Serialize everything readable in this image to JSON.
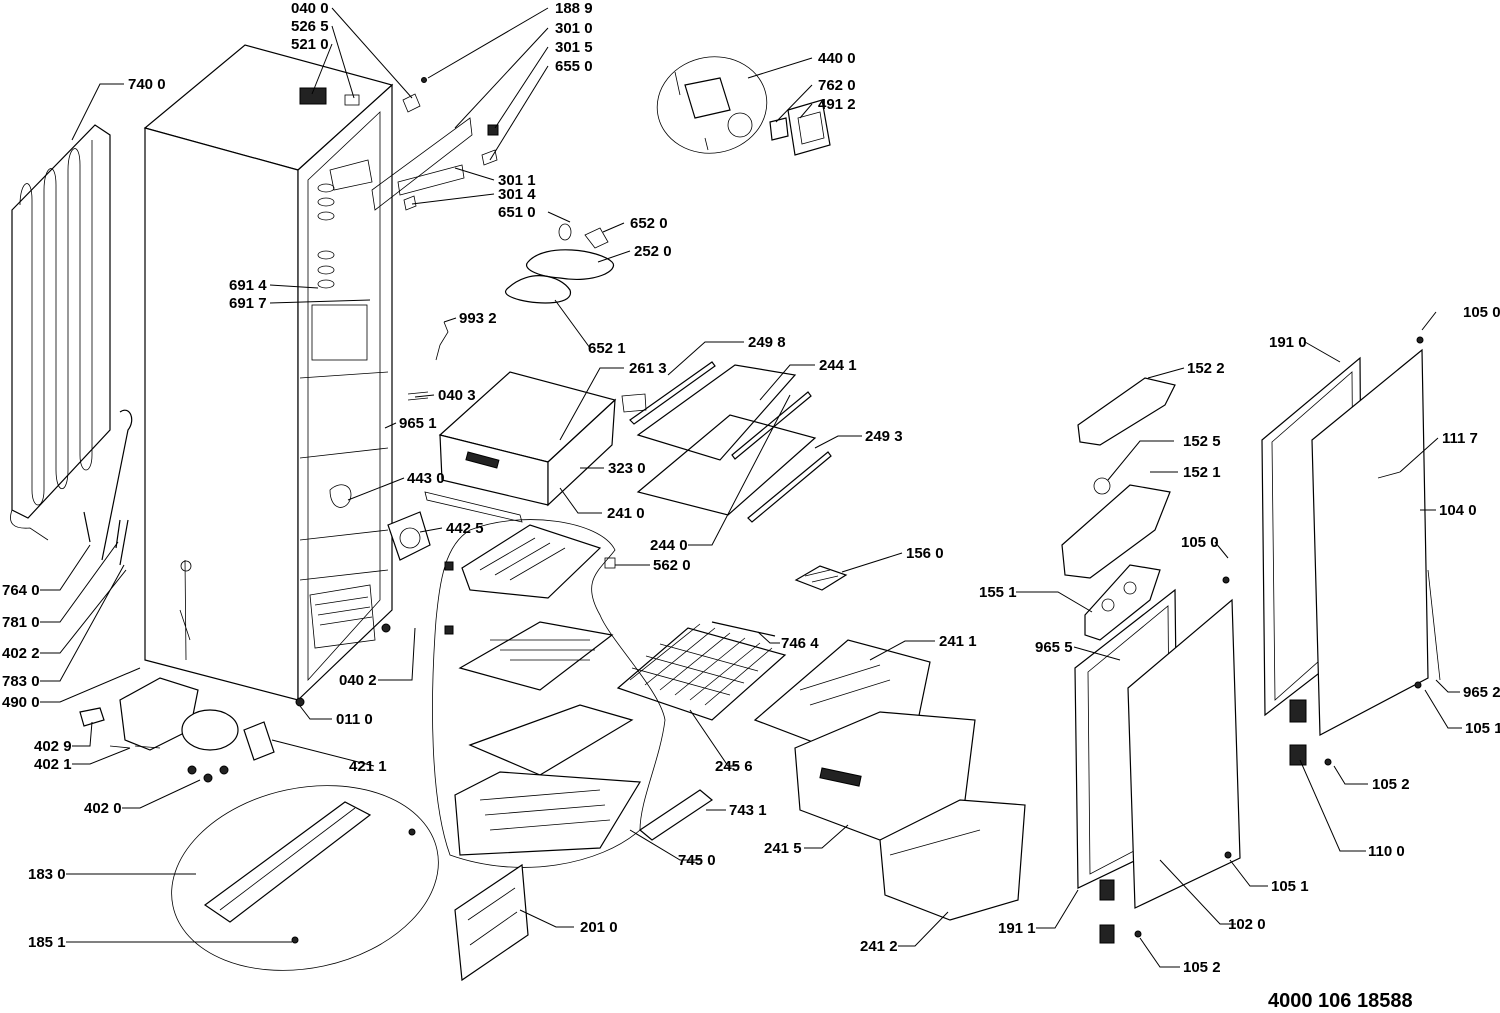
{
  "diagram": {
    "reference_code": "4000 106 18588",
    "part_labels": [
      {
        "id": "040-0",
        "text": "040 0"
      },
      {
        "id": "526-5",
        "text": "526 5"
      },
      {
        "id": "521-0",
        "text": "521 0"
      },
      {
        "id": "188-9",
        "text": "188 9"
      },
      {
        "id": "301-0",
        "text": "301 0"
      },
      {
        "id": "301-5",
        "text": "301 5"
      },
      {
        "id": "655-0",
        "text": "655 0"
      },
      {
        "id": "440-0",
        "text": "440 0"
      },
      {
        "id": "762-0",
        "text": "762 0"
      },
      {
        "id": "491-2",
        "text": "491 2"
      },
      {
        "id": "740-0",
        "text": "740 0"
      },
      {
        "id": "301-1",
        "text": "301 1"
      },
      {
        "id": "301-4",
        "text": "301 4"
      },
      {
        "id": "651-0",
        "text": "651 0"
      },
      {
        "id": "652-0",
        "text": "652 0"
      },
      {
        "id": "252-0",
        "text": "252 0"
      },
      {
        "id": "691-4",
        "text": "691 4"
      },
      {
        "id": "691-7",
        "text": "691 7"
      },
      {
        "id": "993-2",
        "text": "993 2"
      },
      {
        "id": "652-1",
        "text": "652 1"
      },
      {
        "id": "249-8",
        "text": "249 8"
      },
      {
        "id": "261-3",
        "text": "261 3"
      },
      {
        "id": "244-1",
        "text": "244 1"
      },
      {
        "id": "105-0-top",
        "text": "105 0"
      },
      {
        "id": "191-0",
        "text": "191 0"
      },
      {
        "id": "040-3",
        "text": "040 3"
      },
      {
        "id": "152-2",
        "text": "152 2"
      },
      {
        "id": "965-1",
        "text": "965 1"
      },
      {
        "id": "249-3",
        "text": "249 3"
      },
      {
        "id": "111-7",
        "text": "111 7"
      },
      {
        "id": "152-5",
        "text": "152 5"
      },
      {
        "id": "443-0",
        "text": "443 0"
      },
      {
        "id": "323-0",
        "text": "323 0"
      },
      {
        "id": "152-1",
        "text": "152 1"
      },
      {
        "id": "104-0",
        "text": "104 0"
      },
      {
        "id": "241-0",
        "text": "241 0"
      },
      {
        "id": "442-5",
        "text": "442 5"
      },
      {
        "id": "244-0",
        "text": "244 0"
      },
      {
        "id": "105-0-mid",
        "text": "105 0"
      },
      {
        "id": "156-0",
        "text": "156 0"
      },
      {
        "id": "562-0",
        "text": "562 0"
      },
      {
        "id": "764-0",
        "text": "764 0"
      },
      {
        "id": "155-1",
        "text": "155 1"
      },
      {
        "id": "781-0",
        "text": "781 0"
      },
      {
        "id": "746-4",
        "text": "746 4"
      },
      {
        "id": "241-1",
        "text": "241 1"
      },
      {
        "id": "965-5",
        "text": "965 5"
      },
      {
        "id": "402-2",
        "text": "402 2"
      },
      {
        "id": "040-2",
        "text": "040 2"
      },
      {
        "id": "783-0",
        "text": "783 0"
      },
      {
        "id": "965-2",
        "text": "965 2"
      },
      {
        "id": "490-0",
        "text": "490 0"
      },
      {
        "id": "011-0",
        "text": "011 0"
      },
      {
        "id": "105-1-right",
        "text": "105 1"
      },
      {
        "id": "402-9",
        "text": "402 9"
      },
      {
        "id": "402-1",
        "text": "402 1"
      },
      {
        "id": "421-1",
        "text": "421 1"
      },
      {
        "id": "245-6",
        "text": "245 6"
      },
      {
        "id": "105-2-right",
        "text": "105 2"
      },
      {
        "id": "402-0",
        "text": "402 0"
      },
      {
        "id": "743-1",
        "text": "743 1"
      },
      {
        "id": "241-5",
        "text": "241 5"
      },
      {
        "id": "110-0",
        "text": "110 0"
      },
      {
        "id": "745-0",
        "text": "745 0"
      },
      {
        "id": "183-0",
        "text": "183 0"
      },
      {
        "id": "105-1-bottom",
        "text": "105 1"
      },
      {
        "id": "201-0",
        "text": "201 0"
      },
      {
        "id": "191-1",
        "text": "191 1"
      },
      {
        "id": "102-0",
        "text": "102 0"
      },
      {
        "id": "185-1",
        "text": "185 1"
      },
      {
        "id": "241-2",
        "text": "241 2"
      },
      {
        "id": "105-2-bottom",
        "text": "105 2"
      }
    ]
  }
}
